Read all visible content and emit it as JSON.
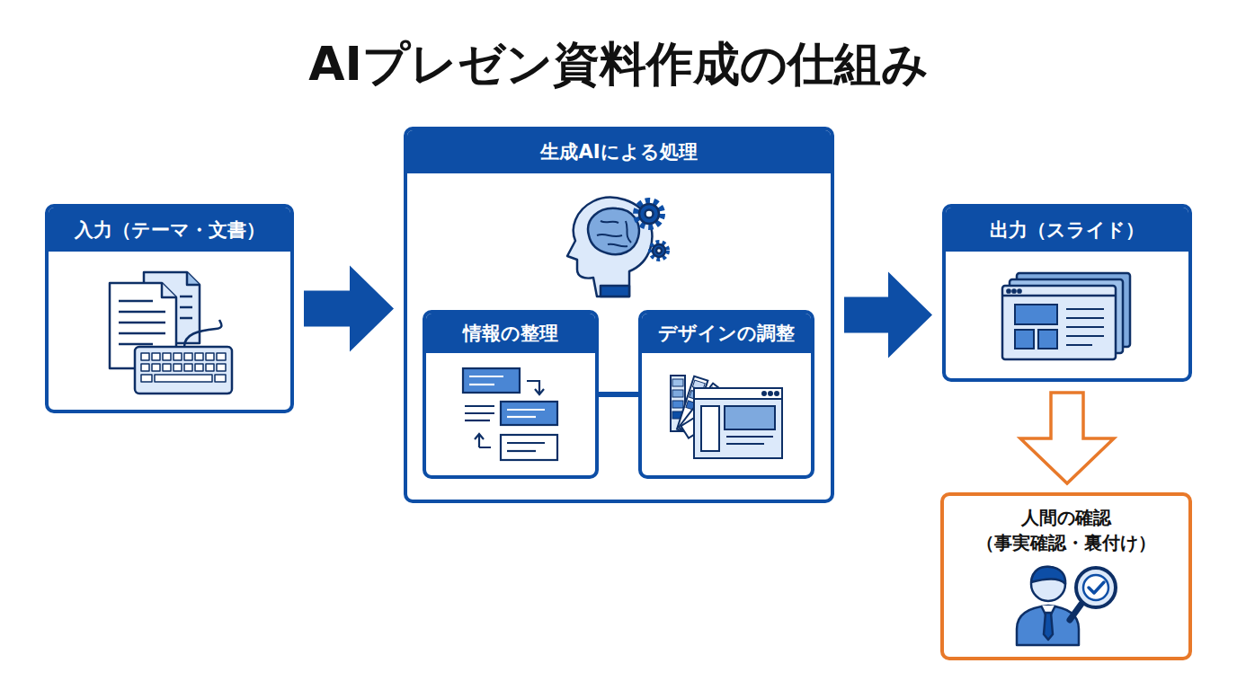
{
  "diagram": {
    "title": "AIプレゼン資料作成の仕組み",
    "nodes": [
      {
        "text": [
          "入力（テーマ・文書）"
        ]
      },
      {
        "text": [
          "生成AIによる処理"
        ]
      },
      {
        "text": [
          "情報の整理"
        ],
        "in": 1
      },
      {
        "text": [
          "デザインの調整"
        ],
        "in": 1
      },
      {
        "text": [
          "出力（スライド）"
        ]
      },
      {
        "text": [
          "人間の確認",
          "（事実確認・裏付け）"
        ]
      }
    ],
    "edges": [
      {
        "from": 0,
        "to": 1,
        "arrow": "to"
      },
      {
        "from": 2,
        "to": 3,
        "arrow": "none"
      },
      {
        "from": 1,
        "to": 4,
        "arrow": "to"
      },
      {
        "from": 4,
        "to": 5,
        "arrow": "to"
      }
    ]
  }
}
